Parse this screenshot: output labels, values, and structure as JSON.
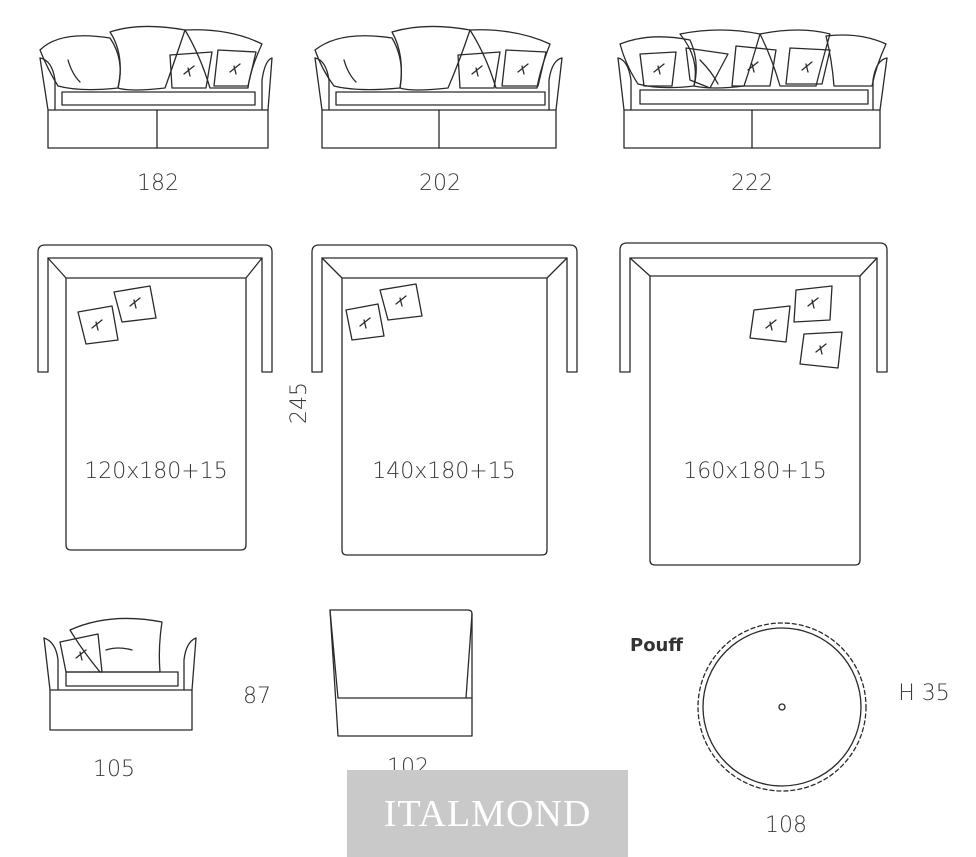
{
  "sofas_front": {
    "sofa_182_label": "182",
    "sofa_202_label": "202",
    "sofa_222_label": "222"
  },
  "sofa_beds": {
    "depth_label": "245",
    "bed_120_label": "120x180+15",
    "bed_140_label": "140x180+15",
    "bed_160_label": "160x180+15"
  },
  "armchair": {
    "width_label": "105",
    "height_label": "87",
    "side_depth_label": "102"
  },
  "pouff": {
    "title": "Pouff",
    "height_label": "H 35",
    "diameter_label": "108"
  },
  "watermark": {
    "text": "ITALMOND"
  }
}
